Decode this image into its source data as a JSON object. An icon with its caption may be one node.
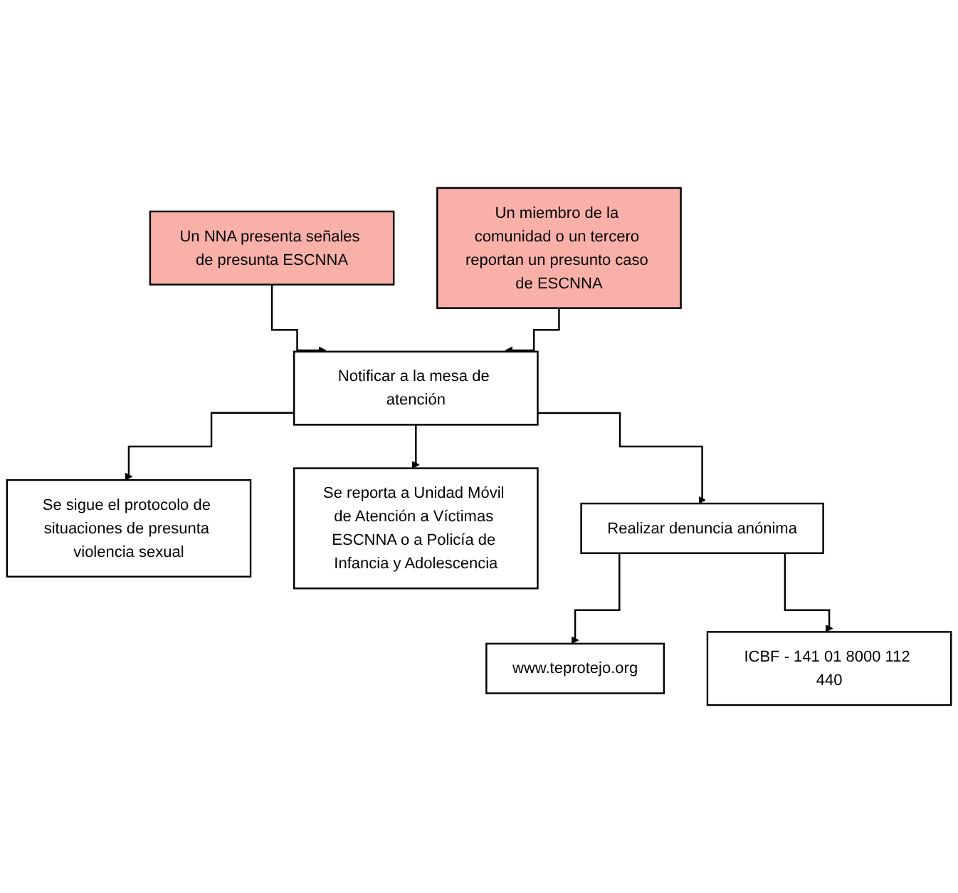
{
  "diagram": {
    "nodes": [
      {
        "text": [
          "Un NNA presenta señales de presunta ESCNNA"
        ]
      },
      {
        "text": [
          "Un miembro de la comunidad o un tercero reportan un presunto caso de ESCNNA"
        ]
      },
      {
        "text": [
          "Notificar a la mesa de atención"
        ]
      },
      {
        "text": [
          "Se sigue el protocolo de situaciones de presunta violencia sexual"
        ]
      },
      {
        "text": [
          "Se reporta a Unidad Móvil de Atención a Víctimas ESCNNA o a Policía de Infancia y Adolescencia"
        ]
      },
      {
        "text": [
          "Realizar denuncia anónima"
        ]
      },
      {
        "text": [
          "www.teprotejo.org"
        ]
      },
      {
        "text": [
          "ICBF - 141 01 8000 112 440"
        ]
      }
    ],
    "edges": [
      {
        "from": 0,
        "to": 2,
        "arrow": "to"
      },
      {
        "from": 1,
        "to": 2,
        "arrow": "to"
      },
      {
        "from": 2,
        "to": 4,
        "arrow": "to"
      },
      {
        "from": 2,
        "to": 3,
        "arrow": "to"
      },
      {
        "from": 2,
        "to": 5,
        "arrow": "to"
      },
      {
        "from": 5,
        "to": 6,
        "arrow": "to"
      },
      {
        "from": 5,
        "to": 7,
        "arrow": "to"
      }
    ]
  }
}
